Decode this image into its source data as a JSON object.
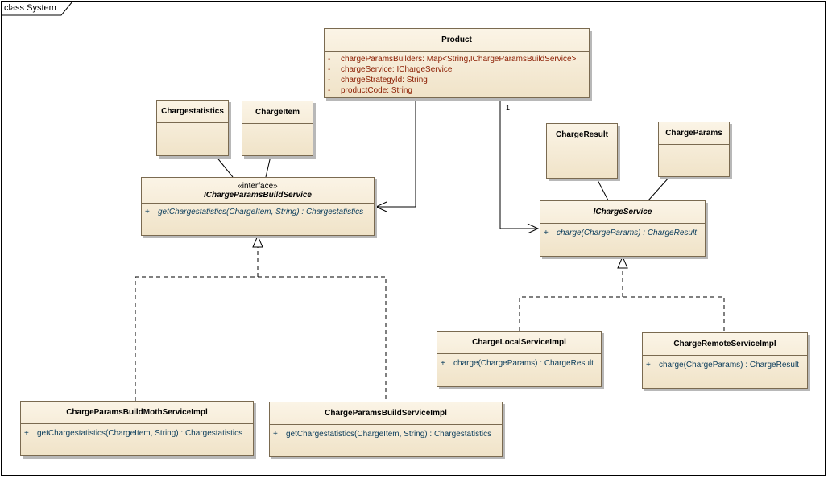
{
  "frame": {
    "label": "class System"
  },
  "classes": {
    "product": {
      "name": "Product",
      "attributes": [
        {
          "vis": "-",
          "text": "chargeParamsBuilders:  Map<String,IChargeParamsBuildService>"
        },
        {
          "vis": "-",
          "text": "chargeService:  IChargeService"
        },
        {
          "vis": "-",
          "text": "chargeStrategyId:  String"
        },
        {
          "vis": "-",
          "text": "productCode:  String"
        }
      ]
    },
    "chargestatistics": {
      "name": "Chargestatistics"
    },
    "chargeitem": {
      "name": "ChargeItem"
    },
    "ichargeparamsbuildservice": {
      "stereotype": "«interface»",
      "name": "IChargeParamsBuildService",
      "operations": [
        {
          "vis": "+",
          "text": "getChargestatistics(ChargeItem, String) : Chargestatistics"
        }
      ]
    },
    "chargeresult": {
      "name": "ChargeResult"
    },
    "chargeparams": {
      "name": "ChargeParams"
    },
    "ichargeservice": {
      "name": "IChargeService",
      "operations": [
        {
          "vis": "+",
          "text": "charge(ChargeParams) : ChargeResult"
        }
      ]
    },
    "chargelocalserviceimpl": {
      "name": "ChargeLocalServiceImpl",
      "operations": [
        {
          "vis": "+",
          "text": "charge(ChargeParams) : ChargeResult"
        }
      ]
    },
    "chargeremoteserviceimpl": {
      "name": "ChargeRemoteServiceImpl",
      "operations": [
        {
          "vis": "+",
          "text": "charge(ChargeParams) : ChargeResult"
        }
      ]
    },
    "chargeparamsbuildmothserviceimpl": {
      "name": "ChargeParamsBuildMothServiceImpl",
      "operations": [
        {
          "vis": "+",
          "text": "getChargestatistics(ChargeItem, String) : Chargestatistics"
        }
      ]
    },
    "chargeparamsbuildserviceimpl": {
      "name": "ChargeParamsBuildServiceImpl",
      "operations": [
        {
          "vis": "+",
          "text": "getChargestatistics(ChargeItem, String) : Chargestatistics"
        }
      ]
    }
  },
  "multiplicities": {
    "product_chargeservice": "1"
  },
  "colors": {
    "class_fill": "#f6ecd8",
    "class_border": "#7a6a50",
    "attribute_text": "#8b1c00",
    "operation_text": "#0b3d5c"
  }
}
